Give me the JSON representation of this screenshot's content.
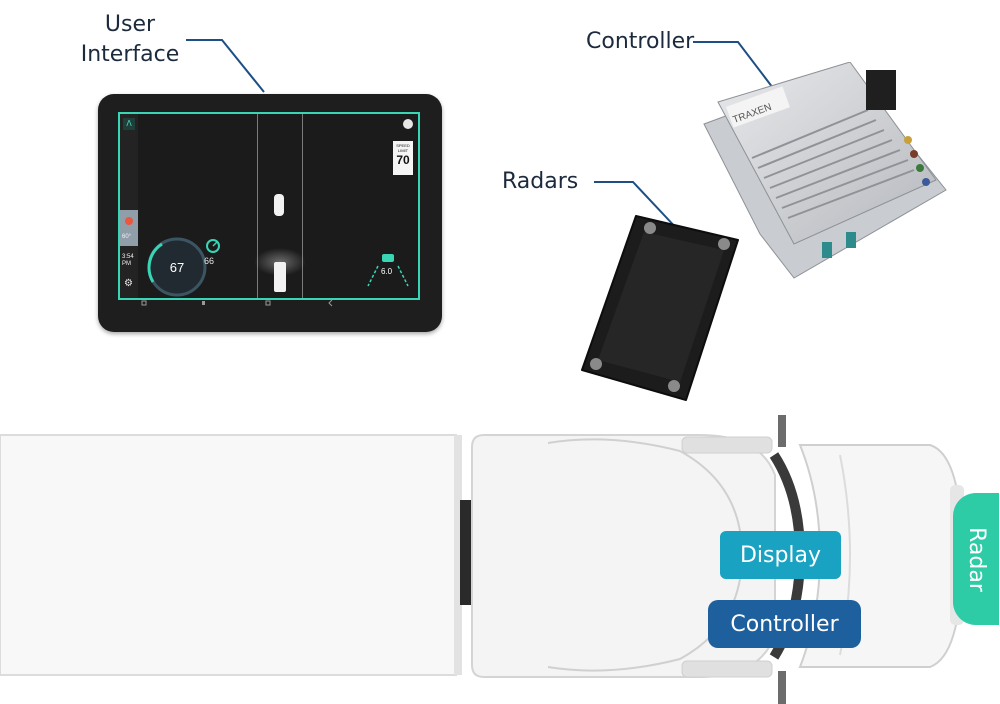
{
  "callouts": {
    "user_interface_line1": "User",
    "user_interface_line2": "Interface",
    "controller": "Controller",
    "radars": "Radars"
  },
  "truck_labels": {
    "display": "Display",
    "controller": "Controller",
    "radar": "Radar"
  },
  "tablet_screen": {
    "temperature": "60°",
    "time_line1": "3:54",
    "time_line2": "PM",
    "speed_limit_label": "SPEED LIMIT",
    "speed_limit_value": "70",
    "current_speed": "67",
    "set_speed": "66",
    "following_gap": "6.0"
  },
  "controller_device": {
    "brand_label": "TRAXEN"
  },
  "colors": {
    "callout_line": "#1d4f86",
    "display_pill": "#1aa2c2",
    "controller_pill": "#1e5f9e",
    "radar_pill": "#2ecba7",
    "tablet_accent": "#38d6b5"
  }
}
